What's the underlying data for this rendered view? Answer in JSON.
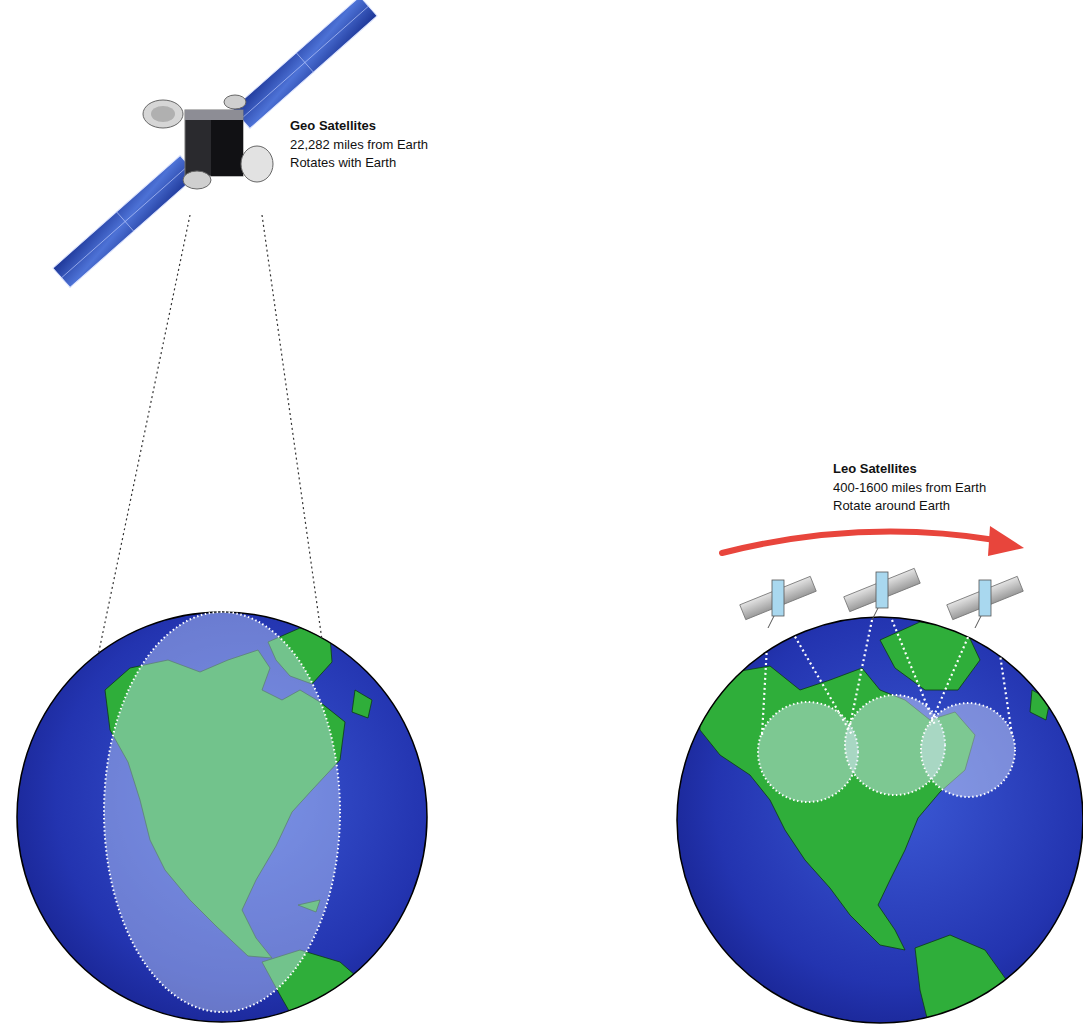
{
  "diagram": {
    "labels": [
      "Geo Satellites",
      "22,282 miles from Earth",
      "Rotates with Earth",
      "Leo Satellites",
      "400-1600 miles from Earth",
      "Rotate around Earth"
    ]
  }
}
